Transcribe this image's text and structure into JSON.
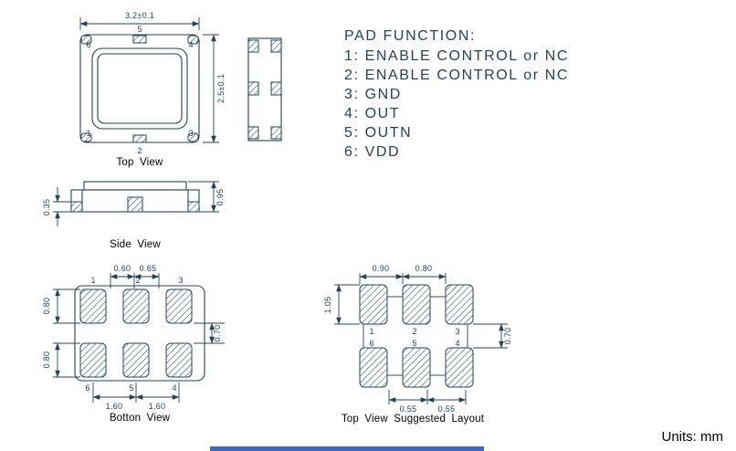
{
  "colors": {
    "drawing_line": "#20455a",
    "label_text": "#000000",
    "accent_strip": "#3b66cf"
  },
  "pad_function": {
    "title": "PAD FUNCTION:",
    "items": [
      "1: ENABLE CONTROL or NC",
      "2: ENABLE CONTROL or NC",
      "3: GND",
      "4: OUT",
      "5: OUTN",
      "6: VDD"
    ]
  },
  "pin_numbers": {
    "p1": "1",
    "p2": "2",
    "p3": "3",
    "p4": "4",
    "p5": "5",
    "p6": "6"
  },
  "views": {
    "top": {
      "label": "Top View",
      "dim_width": "3.2±0.1",
      "dim_height": "2.5±0.1"
    },
    "side": {
      "label": "Side View",
      "dim_standoff": "0.35",
      "dim_height": "0.95"
    },
    "bottom": {
      "label": "Botton View",
      "dim_pad_a": "0.60",
      "dim_pad_b": "0.65",
      "dim_pad_height_top": "0.80",
      "dim_pad_height_bottom": "0.80",
      "dim_row_gap": "0.70",
      "dim_pitch_left": "1.60",
      "dim_pitch_right": "1.60"
    },
    "layout": {
      "label": "Top View Suggested Layout",
      "dim_pad_a": "0.90",
      "dim_pad_b": "0.80",
      "dim_pad_height": "1.05",
      "dim_row_gap": "0.70",
      "dim_gap_a": "0.55",
      "dim_gap_b": "0.55"
    }
  },
  "units_label": "Units: mm"
}
